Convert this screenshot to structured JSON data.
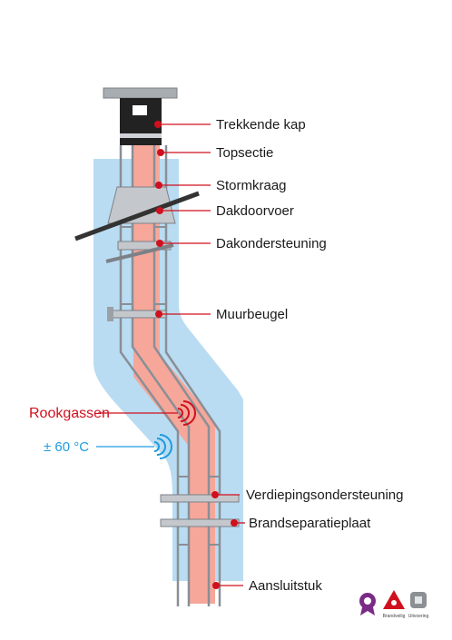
{
  "labels": {
    "trekkende_kap": "Trekkende kap",
    "topsectie": "Topsectie",
    "stormkraag": "Stormkraag",
    "dakdoorvoer": "Dakdoorvoer",
    "dakondersteuning": "Dakondersteuning",
    "muurbeugel": "Muurbeugel",
    "rookgassen": "Rookgassen",
    "temperatuur": "± 60 °C",
    "verdiepingsondersteuning": "Verdiepingsondersteuning",
    "brandseparatieplaat": "Brandseparatieplaat",
    "aansluitstuk": "Aansluitstuk"
  },
  "logos": {
    "brandveilig": "Brandveilig",
    "uitvoering": "Uitvoering"
  },
  "colors": {
    "flue_gas": "#f6a79a",
    "insulation": "#b9dcf2",
    "callout_dot": "#d0101e",
    "temperature_text": "#1e9be0",
    "rookgassen_text": "#d0101e",
    "cap": "#222222"
  }
}
